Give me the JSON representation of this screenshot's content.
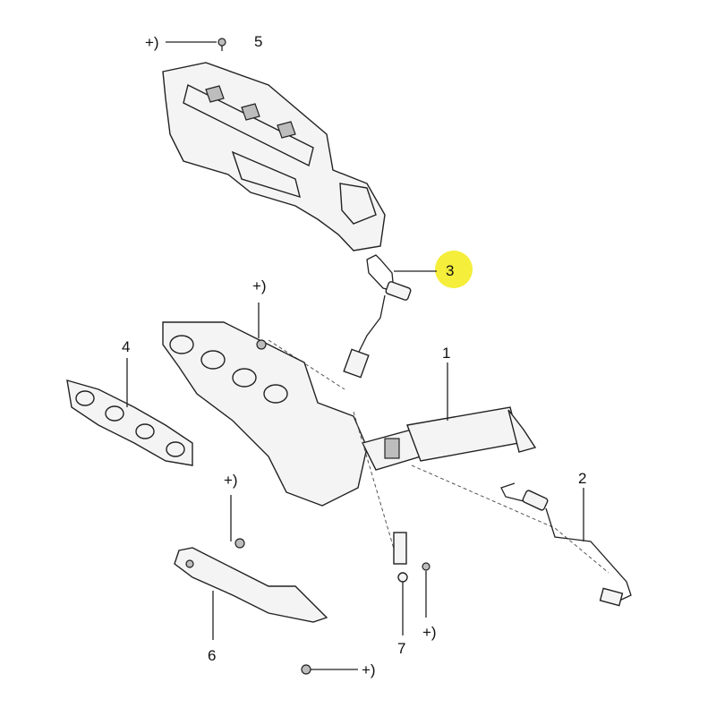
{
  "diagram": {
    "callouts": {
      "part_1": "1",
      "part_2": "2",
      "part_3": "3",
      "part_4": "4",
      "part_5": "5",
      "part_6": "6",
      "part_7": "7"
    },
    "fastener_marks": {
      "top_bolt": "+)",
      "manifold_bolt": "+)",
      "bracket_bolt": "+)",
      "clamp_nut": "+)",
      "bottom_bolt": "+)"
    },
    "highlight_color": "#f5ee3a"
  }
}
